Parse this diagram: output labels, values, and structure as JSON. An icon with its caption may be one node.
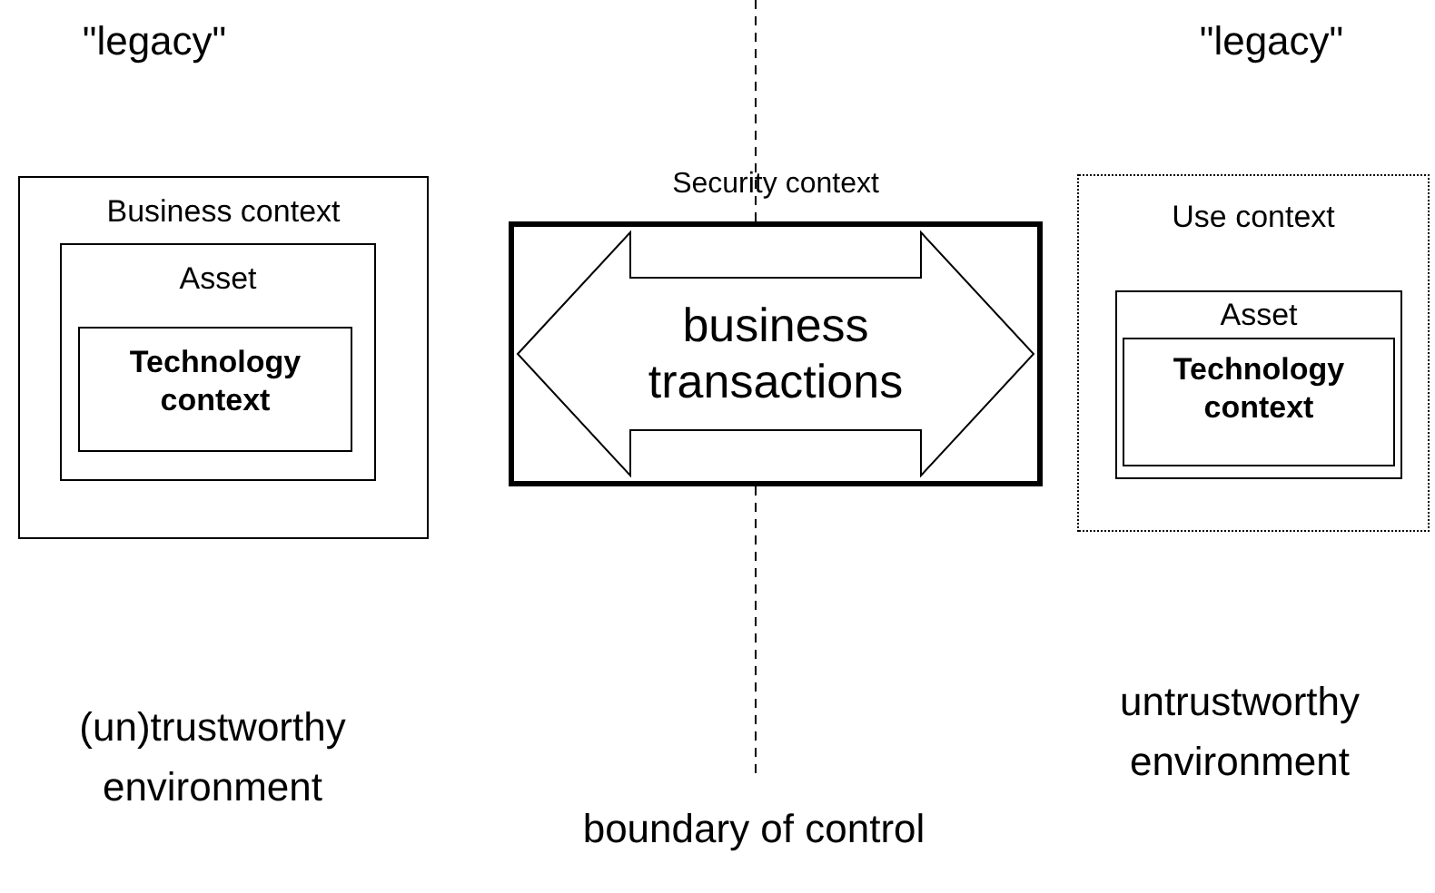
{
  "diagram": {
    "nodes": [
      {
        "text": [
          "Business context"
        ]
      },
      {
        "text": [
          "Asset"
        ],
        "in": 0
      },
      {
        "text": [
          "Technology context"
        ],
        "in": 1
      },
      {
        "text": [
          "Security context"
        ]
      },
      {
        "text": [
          "business transactions"
        ],
        "in": 3
      },
      {
        "text": [
          "Use context"
        ]
      },
      {
        "text": [
          "Asset"
        ],
        "in": 5
      },
      {
        "text": [
          "Technology context"
        ],
        "in": 6
      }
    ],
    "labels": [
      "\"legacy\"",
      "\"legacy\"",
      "(un)trustworthy environment",
      "untrustworthy environment",
      "boundary of control"
    ]
  }
}
